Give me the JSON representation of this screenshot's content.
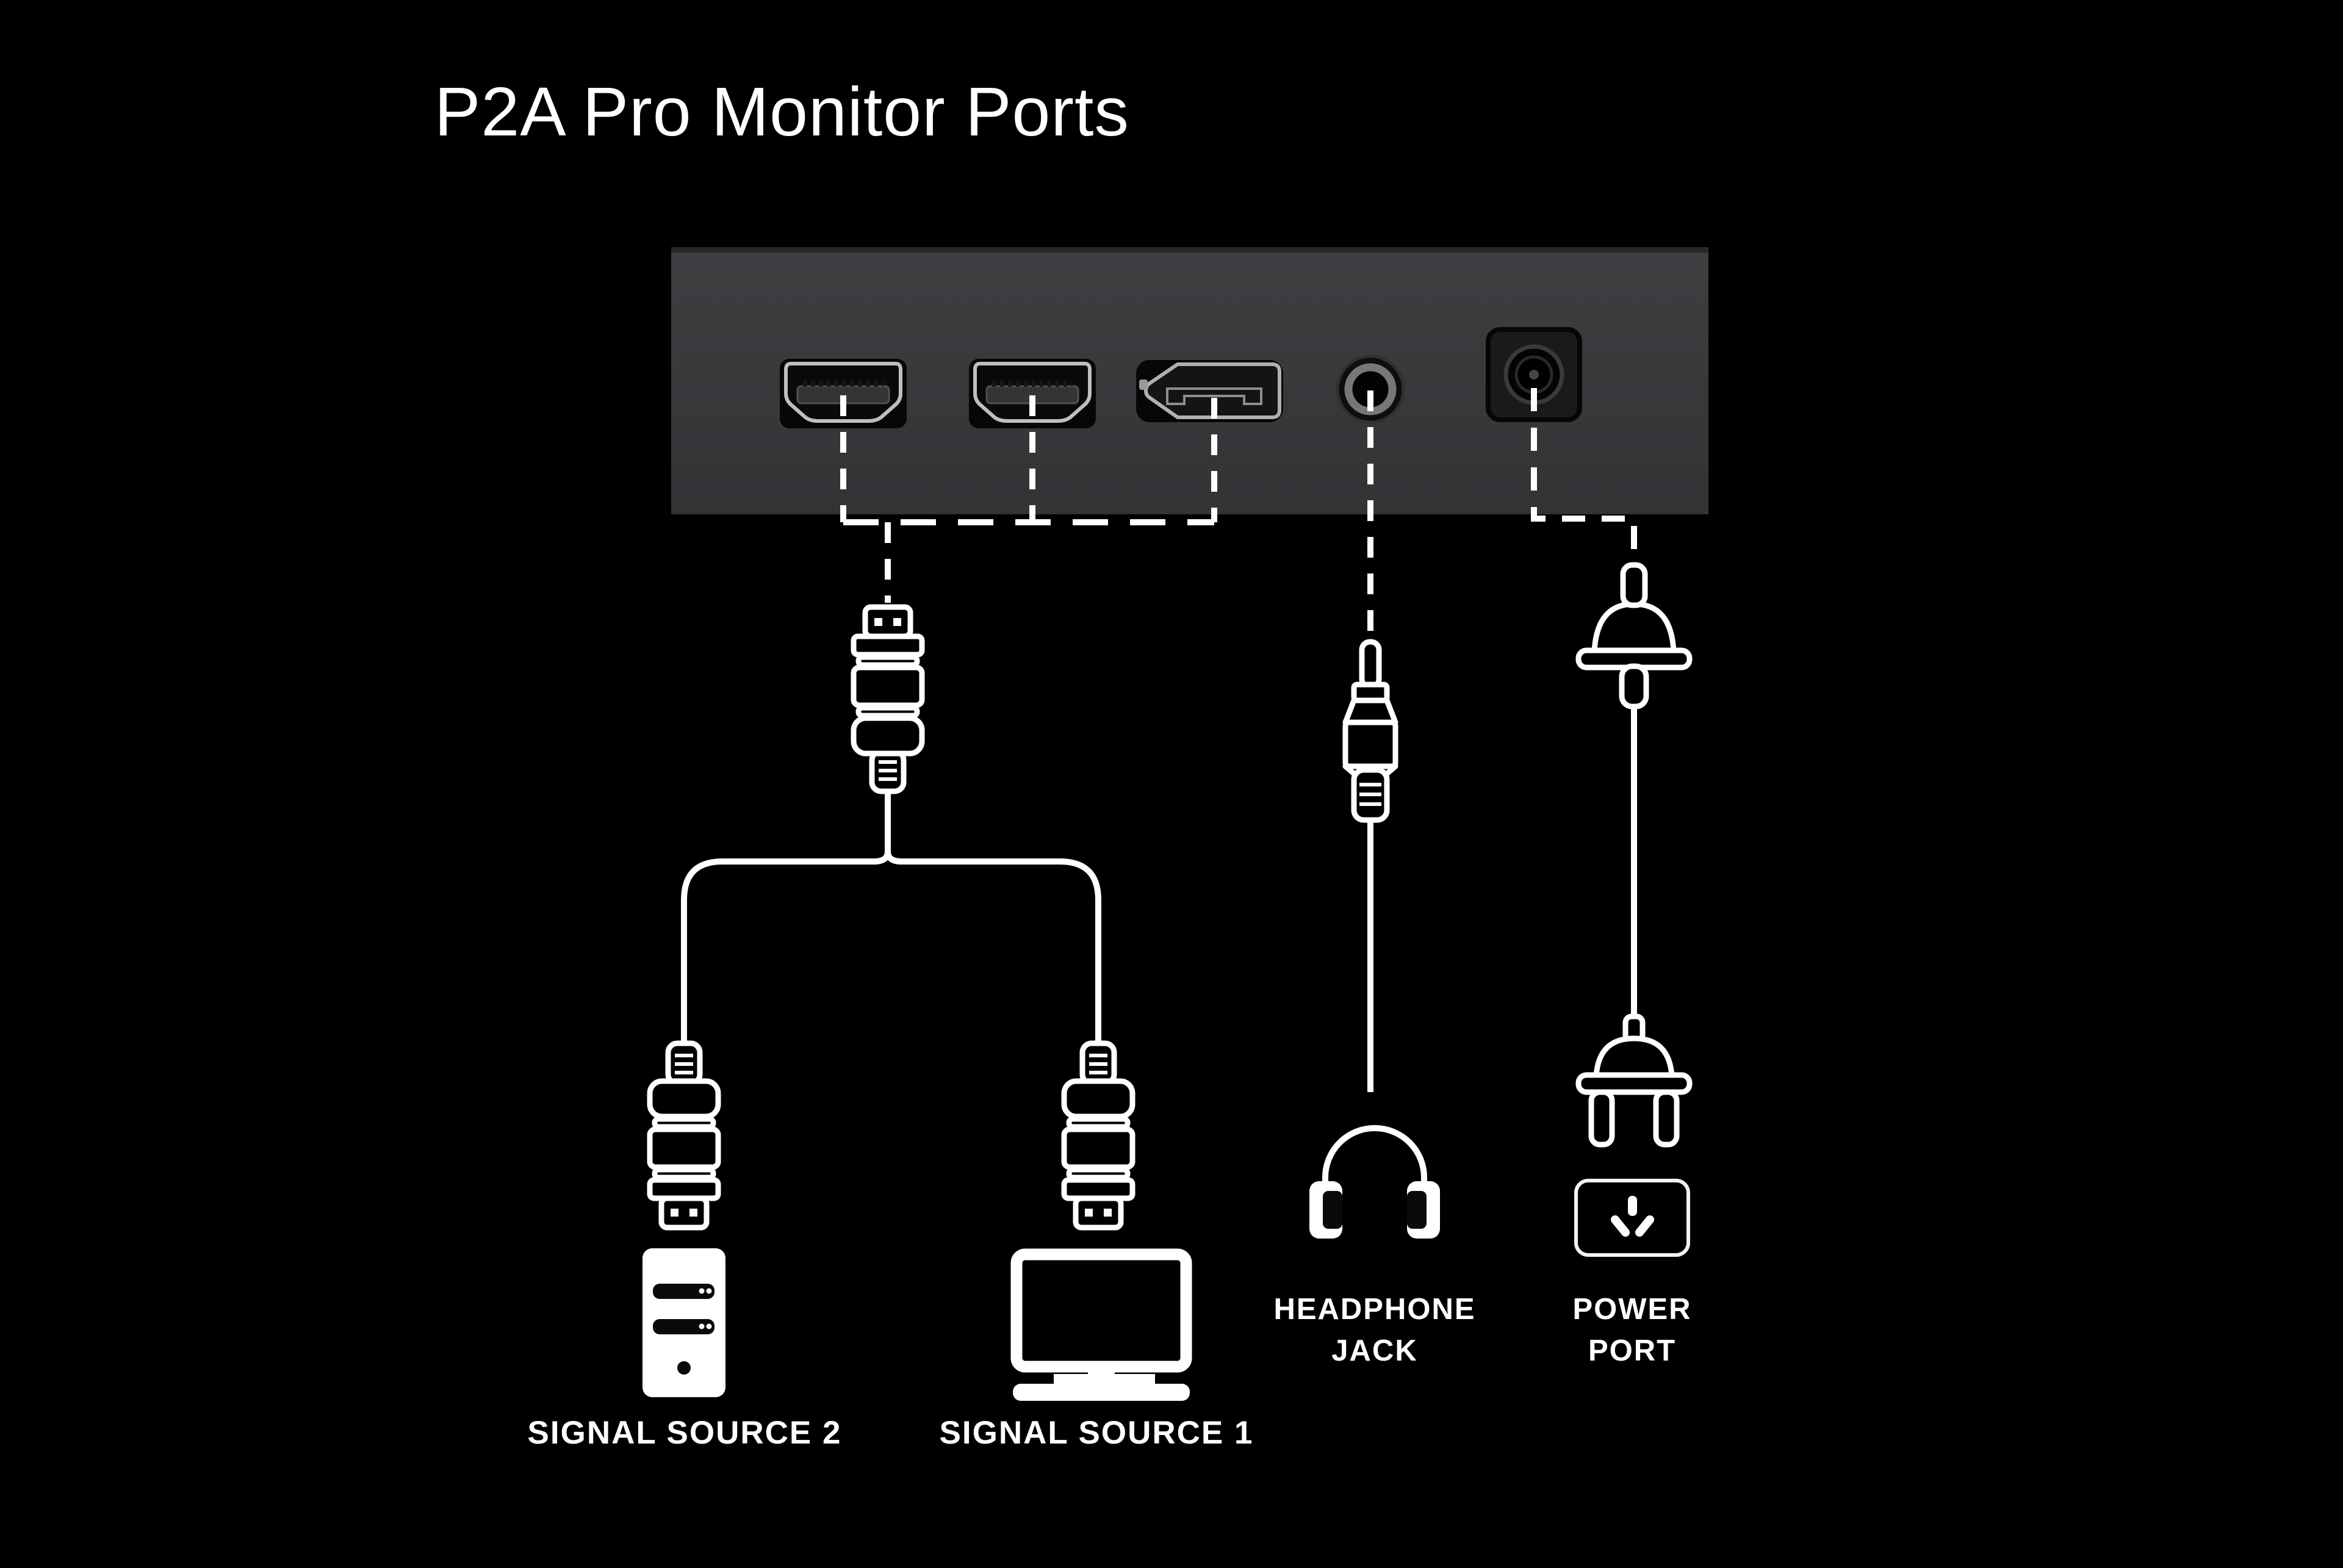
{
  "title": "P2A Pro Monitor Ports",
  "labels": {
    "headphone": [
      "HEADPHONE",
      "JACK"
    ],
    "power": [
      "POWER",
      "PORT"
    ],
    "signal_source_2": "SIGNAL SOURCE 2",
    "signal_source_1": "SIGNAL SOURCE 1"
  },
  "panel": {
    "ports": [
      {
        "id": "hdmi-1",
        "icon": "hdmi-port-icon"
      },
      {
        "id": "hdmi-2",
        "icon": "hdmi-port-icon"
      },
      {
        "id": "displayport",
        "icon": "displayport-port-icon"
      },
      {
        "id": "headphone-jack",
        "icon": "audio-jack-port-icon"
      },
      {
        "id": "power",
        "icon": "dc-power-port-icon"
      }
    ]
  },
  "icons": {
    "signal_source_2": "desktop-tower-icon",
    "signal_source_1": "monitor-icon",
    "headphone": "headphones-icon",
    "power": "power-outlet-icon",
    "video_cable": "hdmi-connector-icon",
    "audio_cable": "audio-plug-icon",
    "power_cable": "two-prong-plug-icon"
  },
  "colors": {
    "background": "#000000",
    "line_art": "#ffffff",
    "panel_top": "#3f3f42",
    "panel_bottom": "#333336",
    "panel_edge": "#28282b",
    "port_recess": "#070708",
    "port_metal": "#bfbfc1",
    "text": "#ffffff"
  }
}
